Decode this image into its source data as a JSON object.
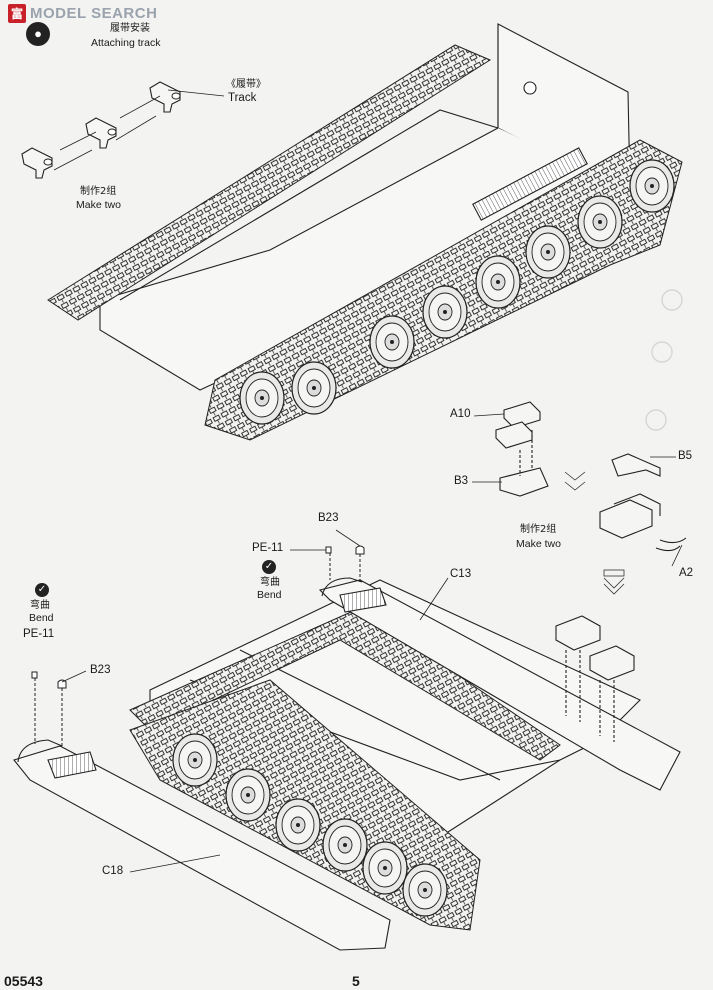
{
  "watermark": {
    "badge": "富",
    "text": "MODEL SEARCH"
  },
  "header": {
    "cn": "履带安装",
    "en": "Attaching track"
  },
  "track_callout": {
    "cn": "《履带》",
    "en": "Track"
  },
  "make_two_top": {
    "cn": "制作2组",
    "en": "Make two"
  },
  "make_two_mid": {
    "cn": "制作2组",
    "en": "Make two"
  },
  "parts": {
    "a10": "A10",
    "b3": "B3",
    "b5": "B5",
    "a2": "A2",
    "b23_upper": "B23",
    "pe11_upper": "PE-11",
    "c13": "C13",
    "b23_lower": "B23",
    "pe11_lower": "PE-11",
    "c18": "C18"
  },
  "bend_upper": {
    "cn": "弯曲",
    "en": "Bend"
  },
  "bend_lower": {
    "cn": "弯曲",
    "en": "Bend"
  },
  "footer": {
    "code": "05543",
    "page": "5"
  },
  "colors": {
    "ink": "#1a1a1a",
    "paper": "#f3f3f1",
    "wheel": "#e8e8e6",
    "hull": "#f7f7f5"
  },
  "icons": [
    "step-icon",
    "bend-icon",
    "arrow-down-icon"
  ]
}
